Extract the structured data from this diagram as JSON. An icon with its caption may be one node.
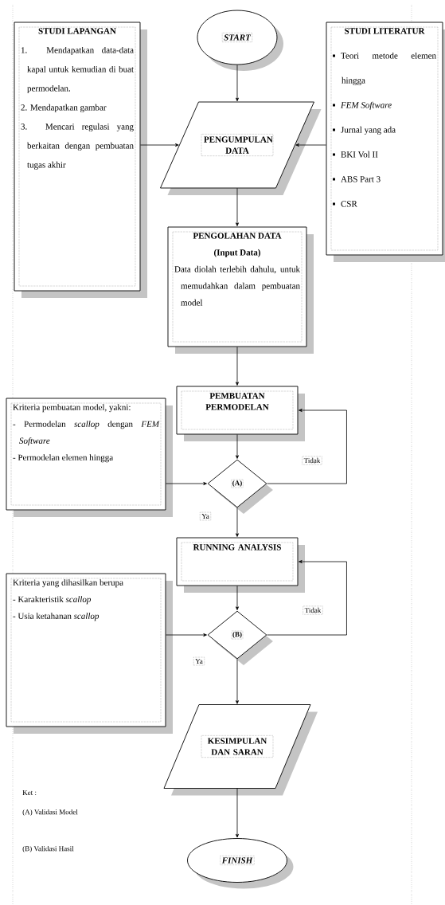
{
  "diagram": {
    "nodes": [
      {
        "text": [
          "START"
        ]
      },
      {
        "text": [
          "PENGUMPULAN DATA"
        ]
      },
      {
        "text": [
          "STUDI LAPANGAN",
          "1. Mendapatkan data-data kapal untuk kemudian di buat permodelan.",
          "2. Mendapatkan gambar",
          "3. Mencari regulasi yang berkaitan dengan pembuatan tugas akhir"
        ]
      },
      {
        "text": [
          "STUDI LITERATUR",
          "Teori metode elemen hingga",
          "FEM Software",
          "Jurnal yang ada",
          "BKI Vol II",
          "ABS Part 3",
          "CSR"
        ]
      },
      {
        "text": [
          "PENGOLAHAN DATA",
          "(Input Data)",
          "Data diolah terlebih dahulu, untuk memudahkan dalam pembuatan model"
        ]
      },
      {
        "text": [
          "PEMBUATAN PERMODELAN"
        ]
      },
      {
        "text": [
          "Kriteria pembuatan model, yakni:",
          "- Permodelan *scallop* dengan *FEM Software*",
          "- Permodelan elemen hingga"
        ]
      },
      {
        "text": [
          "(A)"
        ]
      },
      {
        "text": [
          "RUNNING ANALYSIS"
        ]
      },
      {
        "text": [
          "Kriteria yang dihasilkan berupa",
          "- Karakteristik *scallop*",
          "- Usia ketahanan *scallop*"
        ]
      },
      {
        "text": [
          "(B)"
        ]
      },
      {
        "text": [
          "KESIMPULAN DAN SARAN"
        ]
      },
      {
        "text": [
          "FINISH"
        ]
      }
    ],
    "edges": [
      {
        "from": 0,
        "to": 1,
        "arrow": "to"
      },
      {
        "from": 2,
        "to": 1,
        "arrow": "to"
      },
      {
        "from": 3,
        "to": 1,
        "arrow": "to"
      },
      {
        "from": 1,
        "to": 4,
        "arrow": "to"
      },
      {
        "from": 4,
        "to": 5,
        "arrow": "to"
      },
      {
        "from": 5,
        "to": 7,
        "arrow": "to"
      },
      {
        "from": 6,
        "to": 7,
        "arrow": "to"
      },
      {
        "from": 7,
        "to": 5,
        "arrow": "to",
        "label": "Tidak"
      },
      {
        "from": 7,
        "to": 8,
        "arrow": "to",
        "label": "Ya"
      },
      {
        "from": 8,
        "to": 10,
        "arrow": "to"
      },
      {
        "from": 9,
        "to": 10,
        "arrow": "to"
      },
      {
        "from": 10,
        "to": 8,
        "arrow": "to",
        "label": "Tidak"
      },
      {
        "from": 10,
        "to": 11,
        "arrow": "to",
        "label": "Ya"
      },
      {
        "from": 11,
        "to": 12,
        "arrow": "to"
      }
    ],
    "labels": [
      "Ket :",
      "(A) Validasi Model",
      "(B) Validasi Hasil"
    ]
  }
}
